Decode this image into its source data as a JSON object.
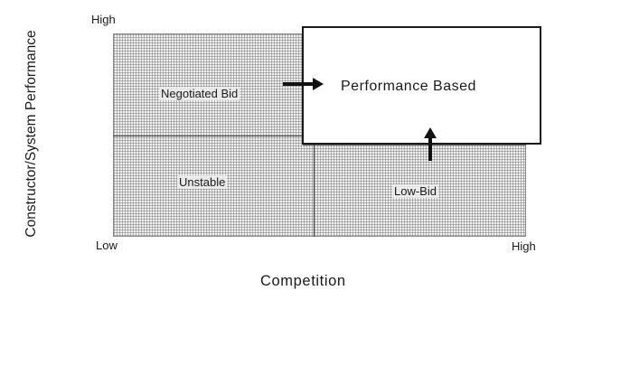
{
  "axes": {
    "y_title": "Constructor/System Performance",
    "y_high": "High",
    "x_low": "Low",
    "x_high": "High",
    "x_title": "Competition"
  },
  "regions": {
    "negotiated_bid": "Negotiated Bid",
    "unstable": "Unstable",
    "low_bid": "Low-Bid",
    "performance_based": "Performance Based"
  },
  "colors": {
    "ink": "#1a1a1a",
    "grid_fill": "#efefef",
    "highlight_box": "#ffffff"
  },
  "icons": {
    "arrow_from_negotiated": "arrow-right-icon",
    "arrow_from_low_bid": "arrow-up-icon"
  }
}
